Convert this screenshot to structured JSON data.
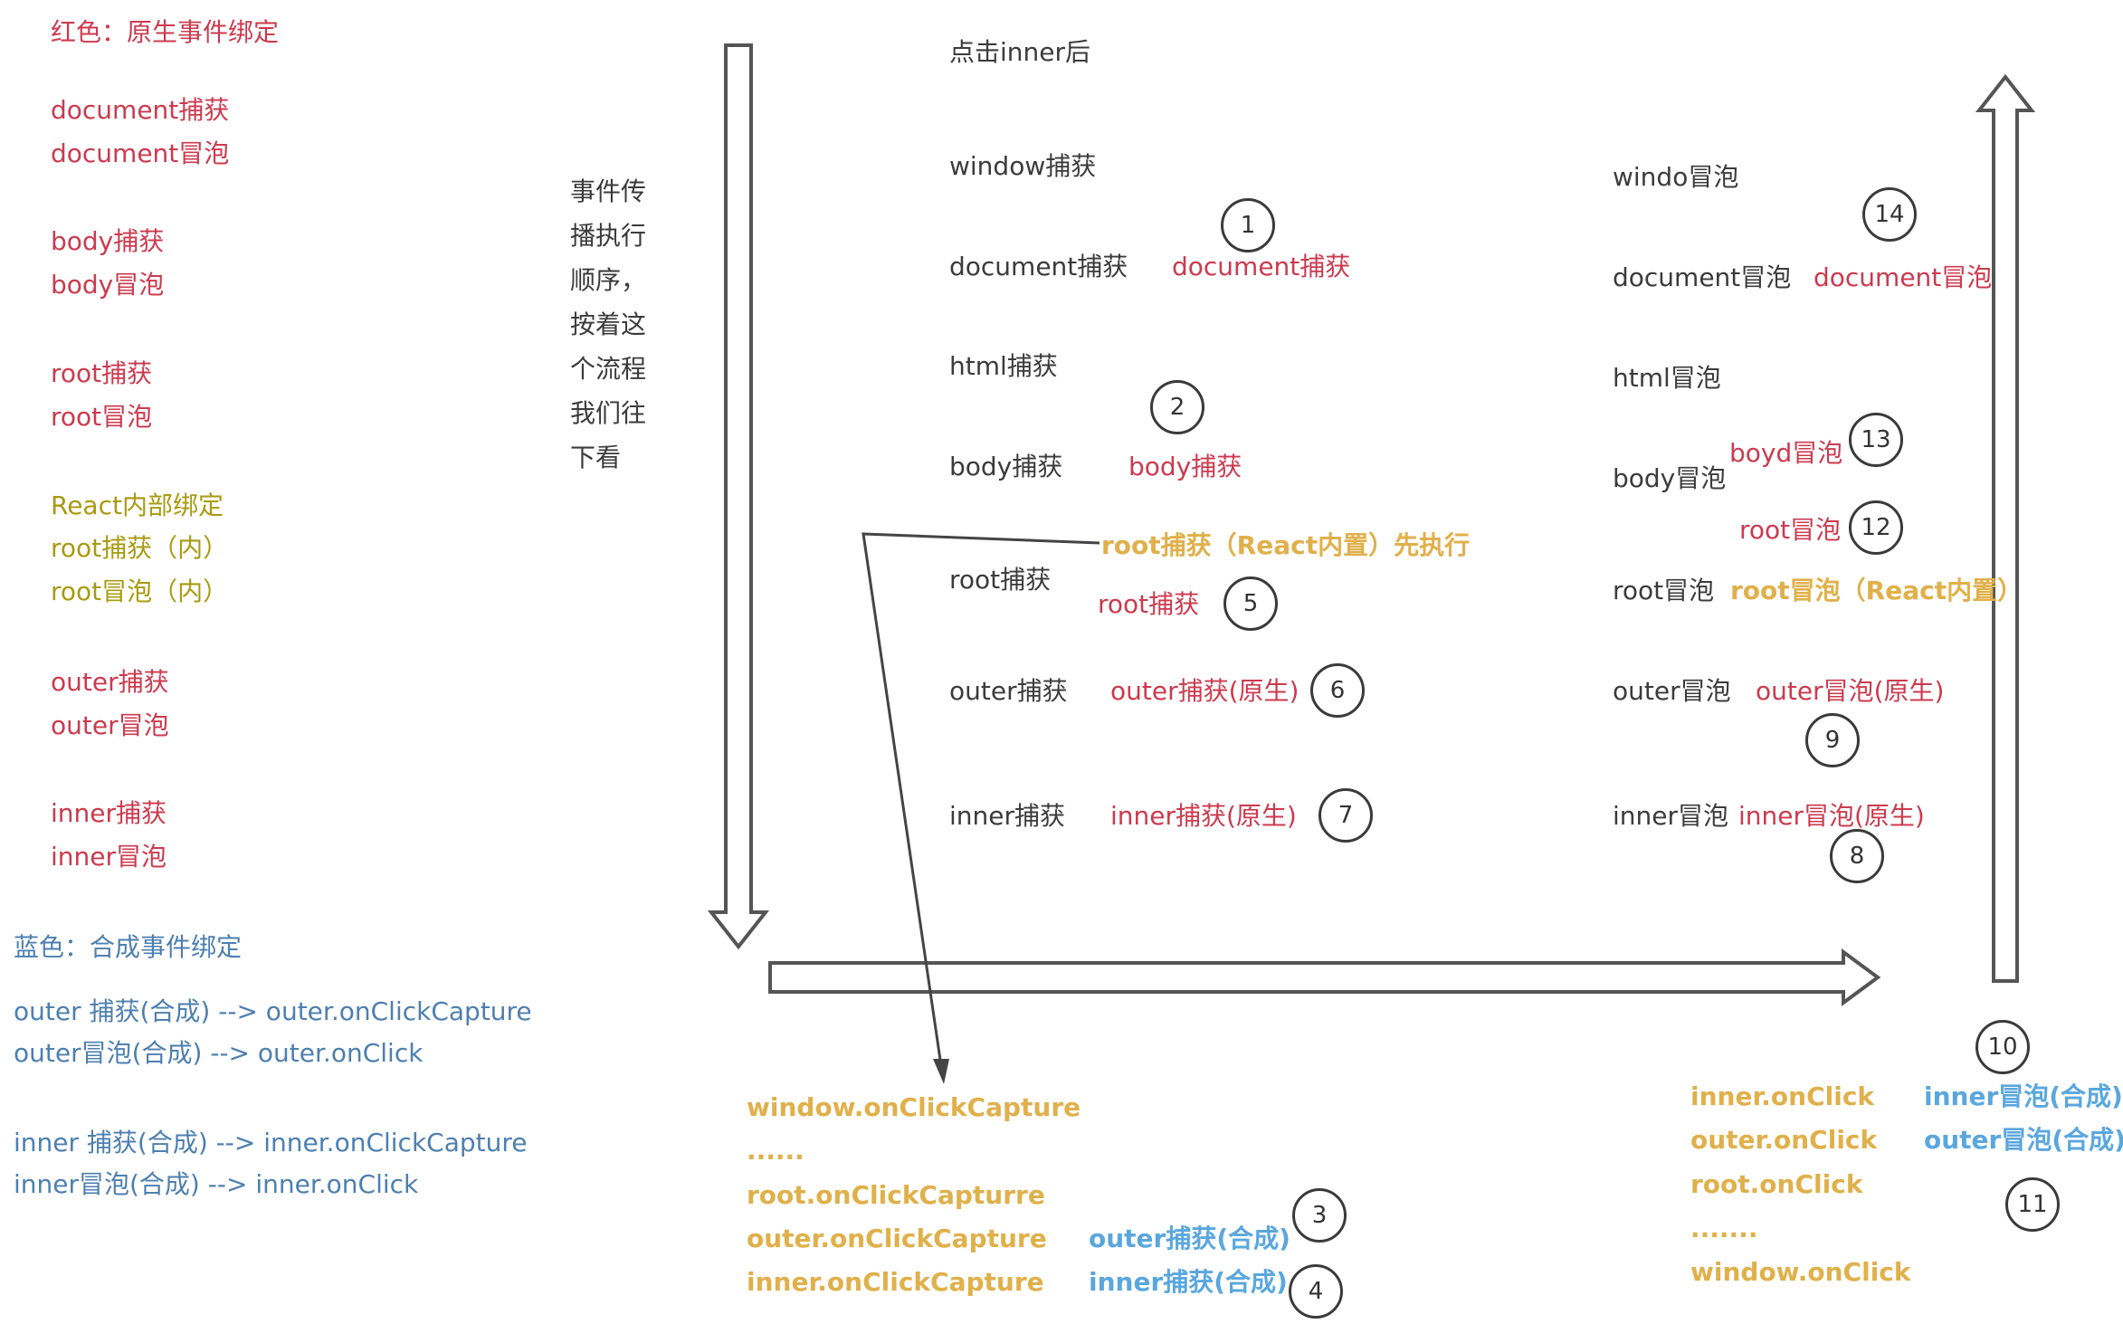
{
  "legend": {
    "red_title": "红色：原生事件绑定",
    "red_items": [
      "document捕获",
      "document冒泡",
      "body捕获",
      "body冒泡",
      "root捕获",
      "root冒泡",
      "outer捕获",
      "outer冒泡",
      "inner捕获",
      "inner冒泡"
    ],
    "react_items": [
      "React内部绑定",
      "root捕获（内）",
      "root冒泡（内）"
    ],
    "blue_title": "蓝色：合成事件绑定",
    "blue_items": [
      "outer 捕获(合成) --> outer.onClickCapture",
      "outer冒泡(合成) --> outer.onClick",
      "inner 捕获(合成) --> inner.onClickCapture",
      "inner冒泡(合成) --> inner.onClick"
    ]
  },
  "note": "事件传播执行顺序，按着这个流程我们往下看",
  "capture": {
    "title": "点击inner后",
    "phases": [
      "window捕获",
      "document捕获",
      "html捕获",
      "body捕获",
      "root捕获",
      "outer捕获",
      "inner捕获"
    ],
    "handlers": [
      "document捕获",
      "body捕获",
      "root捕获",
      "outer捕获(原生)",
      "inner捕获(原生)"
    ],
    "react_note": "root捕获（React内置）先执行"
  },
  "bubble": {
    "phases": [
      "windo冒泡",
      "document冒泡",
      "html冒泡",
      "body冒泡",
      "root冒泡",
      "outer冒泡",
      "inner冒泡"
    ],
    "handlers": [
      "document冒泡",
      "boyd冒泡",
      "root冒泡",
      "outer冒泡(原生)",
      "inner冒泡(原生)"
    ],
    "react_note": "root冒泡（React内置）"
  },
  "synthetic_capture": {
    "list": [
      "window.onClickCapture",
      "......",
      "root.onClickCapturre",
      "outer.onClickCapture",
      "inner.onClickCapture"
    ],
    "labels": [
      "outer捕获(合成)",
      "inner捕获(合成)"
    ]
  },
  "synthetic_bubble": {
    "list": [
      "inner.onClick",
      "outer.onClick",
      "root.onClick",
      ".......",
      "window.onClick"
    ],
    "labels": [
      "inner冒泡(合成)",
      "outer冒泡(合成)"
    ]
  },
  "steps": [
    "1",
    "2",
    "3",
    "4",
    "5",
    "6",
    "7",
    "8",
    "9",
    "10",
    "11",
    "12",
    "13",
    "14"
  ],
  "colors": {
    "native": "#cc3a4e",
    "react_internal": "#a89a10",
    "synthetic": "#4d7fb0",
    "highlight_gold": "#e0b04a",
    "highlight_blue": "#5aa7de"
  }
}
